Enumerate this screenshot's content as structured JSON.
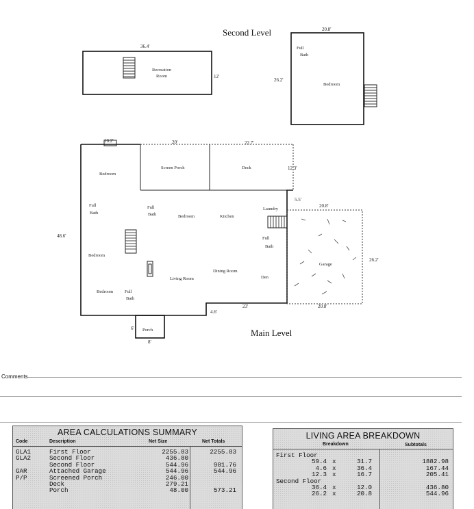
{
  "plan": {
    "second_level_title": "Second Level",
    "main_level_title": "Main Level",
    "second_level": {
      "recreation": {
        "label_line1": "Recreation",
        "label_line2": "Room",
        "dim_width": "36.4'",
        "dim_height": "12'"
      },
      "right_block": {
        "full_bath_line1": "Full",
        "full_bath_line2": "Bath",
        "bedroom": "Bedroom",
        "dim_width": "20.8'",
        "dim_height": "26.2'"
      }
    },
    "main_level": {
      "dims": {
        "top_left": "16.2'",
        "top_mid": "20'",
        "top_right": "22.7'",
        "right_short": "12.3'",
        "step": "5.5'",
        "garage_top": "20.8'",
        "garage_right": "26.2'",
        "garage_bottom": "20.8'",
        "left": "48.6'",
        "bottom_mid": "23'",
        "bottom_step": "4.6'",
        "porch_side": "6'",
        "porch_bottom": "8'"
      },
      "rooms": {
        "screen_porch": "Screen Porch",
        "deck": "Deck",
        "bedroom_top_left": "Bedroom",
        "full_bath_left_1": "Full",
        "full_bath_left_2": "Bath",
        "full_bath_mid_1": "Full",
        "full_bath_mid_2": "Bath",
        "bedroom_center": "Bedroom",
        "kitchen": "Kitchen",
        "laundry": "Laundry",
        "full_bath_right_1": "Full",
        "full_bath_right_2": "Bath",
        "bedroom_mid_left": "Bedroom",
        "dining_room": "Dining Room",
        "living_room": "Living Room",
        "den": "Den",
        "bedroom_bottom_left": "Bedroom",
        "full_bath_bottom_1": "Full",
        "full_bath_bottom_2": "Bath",
        "garage": "Garage",
        "porch": "Porch"
      }
    }
  },
  "comments_label": "Comments",
  "area_summary": {
    "title": "AREA CALCULATIONS SUMMARY",
    "headers": {
      "code": "Code",
      "description": "Description",
      "net_size": "Net Size",
      "net_totals": "Net Totals"
    },
    "rows": [
      {
        "code": "GLA1",
        "description": "First Floor",
        "net_size": "2255.83",
        "net_total": "2255.83"
      },
      {
        "code": "GLA2",
        "description": "Second Floor",
        "net_size": "436.80",
        "net_total": ""
      },
      {
        "code": "",
        "description": "Second Floor",
        "net_size": "544.96",
        "net_total": "981.76"
      },
      {
        "code": "GAR",
        "description": "Attached Garage",
        "net_size": "544.96",
        "net_total": "544.96"
      },
      {
        "code": "P/P",
        "description": "Screened Porch",
        "net_size": "246.00",
        "net_total": ""
      },
      {
        "code": "",
        "description": "Deck",
        "net_size": "279.21",
        "net_total": ""
      },
      {
        "code": "",
        "description": "Porch",
        "net_size": "48.00",
        "net_total": "573.21"
      }
    ]
  },
  "living_breakdown": {
    "title": "LIVING AREA BREAKDOWN",
    "headers": {
      "breakdown": "Breakdown",
      "subtotals": "Subtotals"
    },
    "first_floor_label": "First Floor",
    "first_rows": [
      {
        "a": "59.4",
        "x": "x",
        "b": "31.7",
        "subtotal": "1882.98"
      },
      {
        "a": "4.6",
        "x": "x",
        "b": "36.4",
        "subtotal": "167.44"
      },
      {
        "a": "12.3",
        "x": "x",
        "b": "16.7",
        "subtotal": "205.41"
      }
    ],
    "second_floor_label": "Second Floor",
    "second_rows": [
      {
        "a": "36.4",
        "x": "x",
        "b": "12.0",
        "subtotal": "436.80"
      },
      {
        "a": "26.2",
        "x": "x",
        "b": "20.8",
        "subtotal": "544.96"
      }
    ]
  }
}
